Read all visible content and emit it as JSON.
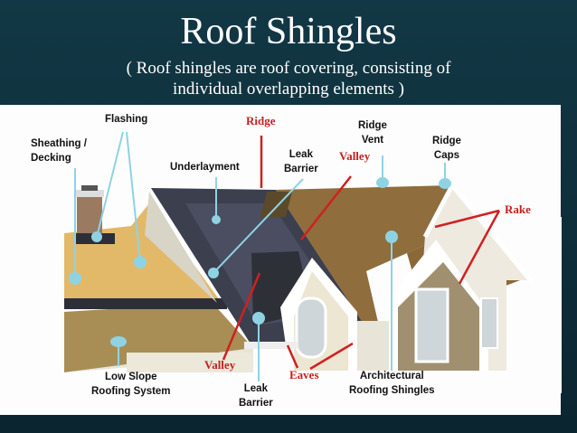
{
  "slide": {
    "title": "Roof Shingles",
    "subtitle_line1": "( Roof shingles are roof covering, consisting of",
    "subtitle_line2": "individual overlapping elements )"
  },
  "labels": {
    "flashing": "Flashing",
    "sheathing": "Sheathing /",
    "decking": "Decking",
    "underlayment": "Underlayment",
    "leak_barrier_top_1": "Leak",
    "leak_barrier_top_2": "Barrier",
    "ridge_vent_1": "Ridge",
    "ridge_vent_2": "Vent",
    "ridge_caps_1": "Ridge",
    "ridge_caps_2": "Caps",
    "low_slope_1": "Low Slope",
    "low_slope_2": "Roofing System",
    "leak_barrier_bottom_1": "Leak",
    "leak_barrier_bottom_2": "Barrier",
    "architectural_1": "Architectural",
    "architectural_2": "Roofing Shingles"
  },
  "red_labels": {
    "ridge": "Ridge",
    "valley_top": "Valley",
    "rake": "Rake",
    "valley_bottom": "Valley",
    "eaves": "Eaves"
  },
  "colors": {
    "background": "#123845",
    "leader_blue": "#8fd3e3",
    "leader_red": "#d02020"
  }
}
